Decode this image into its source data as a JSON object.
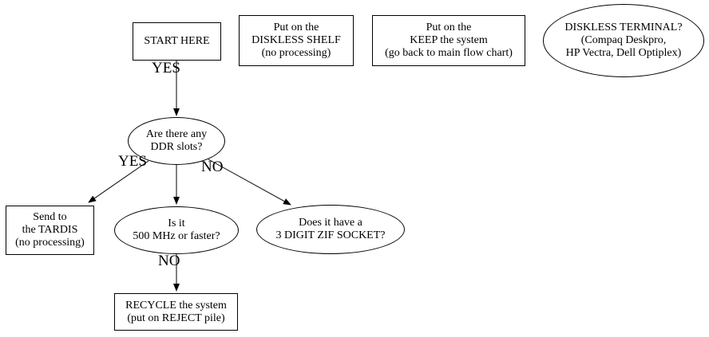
{
  "nodes": {
    "start": {
      "shape": "box",
      "lines": [
        "START HERE"
      ]
    },
    "diskless_shelf": {
      "shape": "box",
      "lines": [
        "Put on the",
        "DISKLESS SHELF",
        "(no processing)"
      ]
    },
    "keep": {
      "shape": "box",
      "lines": [
        "Put on the",
        "KEEP the system",
        "(go back to main flow chart)"
      ]
    },
    "diskless_terminal": {
      "shape": "ellipse",
      "lines": [
        "DISKLESS TERMINAL?",
        "(Compaq Deskpro,",
        "HP Vectra, Dell Optiplex)"
      ]
    },
    "ddr_slots": {
      "shape": "ellipse",
      "lines": [
        "Are there any",
        "DDR slots?"
      ]
    },
    "tardis": {
      "shape": "box",
      "lines": [
        "Send to",
        "the TARDIS",
        "(no processing)"
      ]
    },
    "mhz500": {
      "shape": "ellipse",
      "lines": [
        "Is it",
        "500 MHz or faster?"
      ]
    },
    "zif": {
      "shape": "ellipse",
      "lines": [
        "Does it have a",
        "3 DIGIT ZIF SOCKET?"
      ]
    },
    "recycle": {
      "shape": "box",
      "lines": [
        "RECYCLE the system",
        "(put on REJECT pile)"
      ]
    }
  },
  "edges": {
    "start_to_ddr": {
      "from": "start",
      "to": "ddr_slots",
      "label": "YES"
    },
    "ddr_to_tardis": {
      "from": "ddr_slots",
      "to": "tardis",
      "label": "YES"
    },
    "ddr_to_mhz500": {
      "from": "ddr_slots",
      "to": "mhz500",
      "label": ""
    },
    "ddr_to_zif": {
      "from": "ddr_slots",
      "to": "zif",
      "label": "NO"
    },
    "mhz500_to_recycle": {
      "from": "mhz500",
      "to": "recycle",
      "label": "NO"
    }
  },
  "colors": {
    "background": "#ffffff",
    "line": "#000000",
    "text": "#000000"
  }
}
